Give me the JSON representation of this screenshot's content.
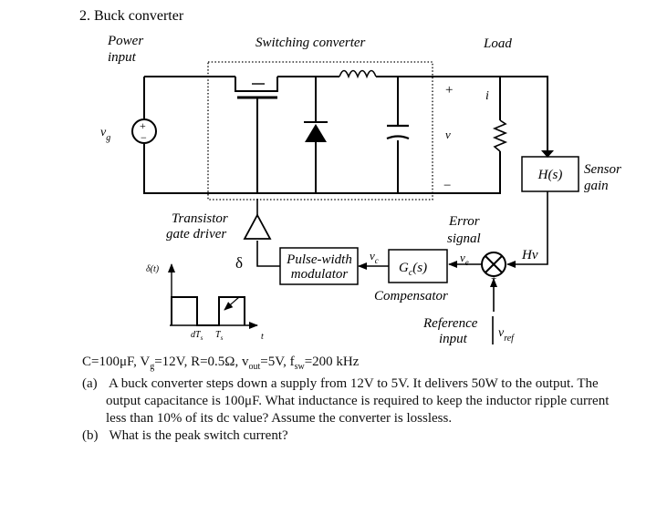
{
  "problem_title": "2. Buck converter",
  "diagram": {
    "power_input": "Power input",
    "power_input_line1": "Power",
    "power_input_line2": "input",
    "switching_converter": "Switching converter",
    "load": "Load",
    "vg_symbol": "v",
    "vg_sub": "g",
    "plus": "+",
    "minus": "−",
    "v": "v",
    "i": "i",
    "h_block": "H(s)",
    "sensor_gain_line1": "Sensor",
    "sensor_gain_line2": "gain",
    "transistor_line1": "Transistor",
    "transistor_line2": "gate driver",
    "delta": "δ",
    "delta_t": "δ(t)",
    "error_line1": "Error",
    "error_line2": "signal",
    "hv": "Hv",
    "pwm_line1": "Pulse-width",
    "pwm_line2": "modulator",
    "vc": "v",
    "vc_sub": "c",
    "ve": "v",
    "ve_sub": "e",
    "gc": "G",
    "gc_sub": "c",
    "gc_tail": "(s)",
    "compensator": "Compensator",
    "reference_line1": "Reference",
    "reference_line2": "input",
    "vref": "v",
    "vref_sub": "ref",
    "dts": "dT",
    "dts_sub": "s",
    "ts": "T",
    "ts_sub": "s",
    "t": "t"
  },
  "given": "C=100μF, V_g=12V, R=0.5Ω, v_out=5V, f_sw=200 kHz",
  "given_parts": {
    "c": "C=100μF, V",
    "g": "g",
    "r": "=12V, R=0.5Ω, v",
    "out": "out",
    "v": "=5V, f",
    "sw": "sw",
    "f": "=200 kHz"
  },
  "parts": [
    {
      "label": "(a)",
      "text": "A buck converter steps down a supply from 12V to 5V. It delivers 50W to the output. The output capacitance is 100μF. What inductance is required to keep the inductor ripple current less than 10% of its dc value? Assume the converter is lossless."
    },
    {
      "label": "(b)",
      "text": "What is the peak switch current?"
    }
  ]
}
